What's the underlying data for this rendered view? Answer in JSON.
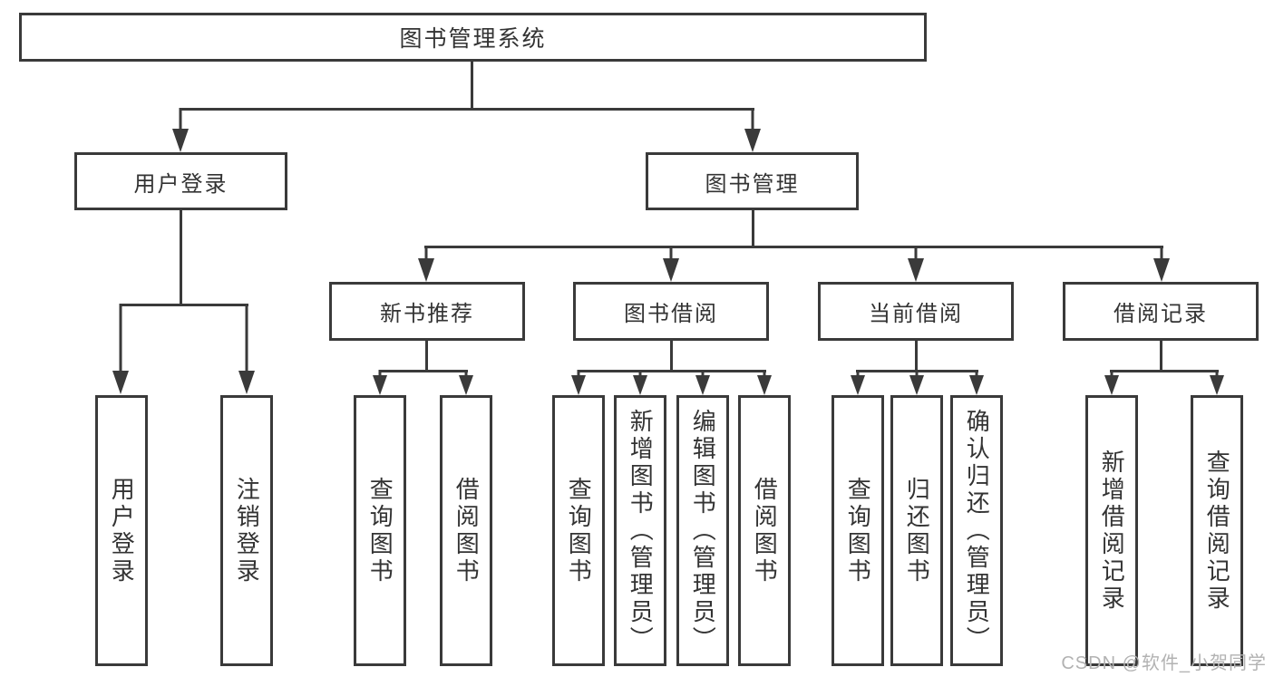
{
  "tree": {
    "root": {
      "label": "图书管理系统",
      "children": {
        "user_login": {
          "label": "用户登录",
          "children": {
            "login": {
              "label": "用户登录"
            },
            "logout": {
              "label": "注销登录"
            }
          }
        },
        "book_management": {
          "label": "图书管理",
          "children": {
            "new_book_recommend": {
              "label": "新书推荐",
              "children": {
                "query_book": {
                  "label": "查询图书"
                },
                "borrow_book": {
                  "label": "借阅图书"
                }
              }
            },
            "book_borrow": {
              "label": "图书借阅",
              "children": {
                "query_book": {
                  "label": "查询图书"
                },
                "add_book_admin": {
                  "label": "新增图书（管理员）"
                },
                "edit_book_admin": {
                  "label": "编辑图书（管理员）"
                },
                "borrow_book": {
                  "label": "借阅图书"
                }
              }
            },
            "current_borrow": {
              "label": "当前借阅",
              "children": {
                "query_book": {
                  "label": "查询图书"
                },
                "return_book": {
                  "label": "归还图书"
                },
                "confirm_return_admin": {
                  "label": "确认归还（管理员）"
                }
              }
            },
            "borrow_record": {
              "label": "借阅记录",
              "children": {
                "add_borrow_record": {
                  "label": "新增借阅记录"
                },
                "query_borrow_record": {
                  "label": "查询借阅记录"
                }
              }
            }
          }
        }
      }
    }
  },
  "watermark": {
    "text": "CSDN @软件_小贺同学"
  },
  "colors": {
    "line": "#3a3a3a",
    "text": "#333333",
    "watermark": "#b2b2b2",
    "background": "#ffffff"
  }
}
